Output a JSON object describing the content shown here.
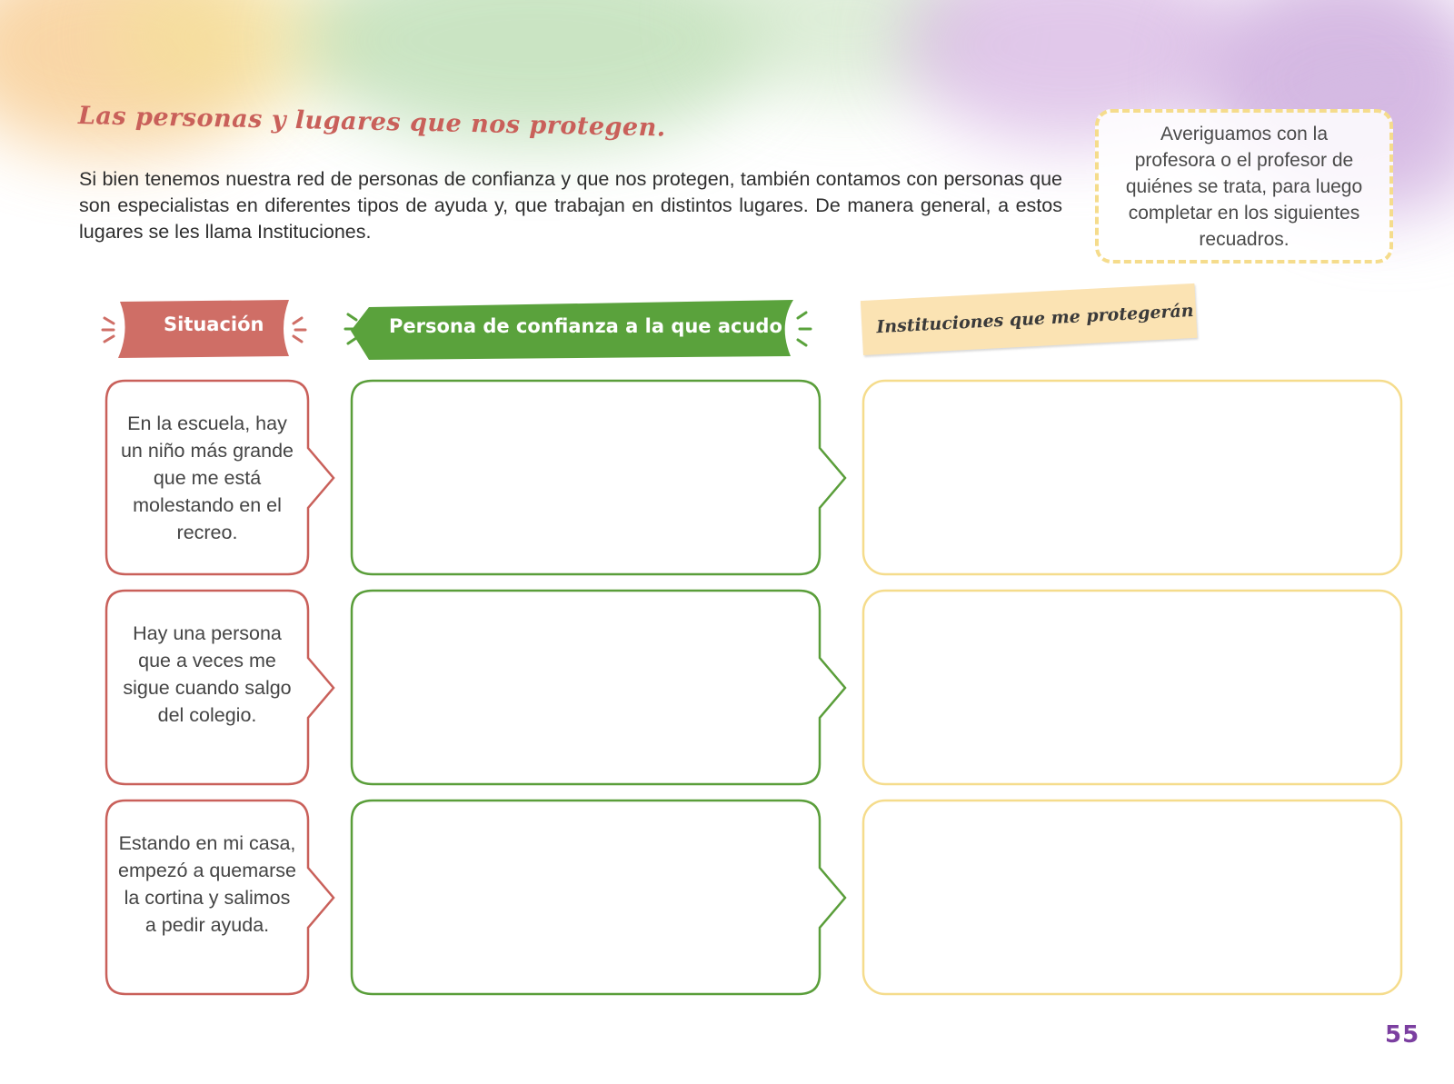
{
  "title": "Las personas y lugares que nos protegen.",
  "intro": "Si bien tenemos nuestra red de personas de confianza y que nos protegen, también contamos con personas que son especialistas en diferentes tipos de ayuda y, que trabajan en distintos lugares. De manera general, a estos lugares se les llama Instituciones.",
  "note": "Averiguamos con la profesora o el profesor de quiénes se trata, para luego completar en los siguientes recuadros.",
  "headers": {
    "situation": "Situación",
    "trusted_person": "Persona de confianza a la que acudo",
    "institutions": "Instituciones que me protegerán"
  },
  "situations": [
    "En la escuela, hay un niño más grande que me está molestando en el recreo.",
    "Hay una persona que a veces me sigue cuando salgo del colegio.",
    "Estando en mi casa, empezó a quemarse la cortina y salimos a pedir ayuda."
  ],
  "page_number": "55",
  "colors": {
    "situation": "#c9605a",
    "trusted_person": "#5a9e3a",
    "institutions": "#f5dc8c",
    "page_number": "#7b3fa0"
  }
}
